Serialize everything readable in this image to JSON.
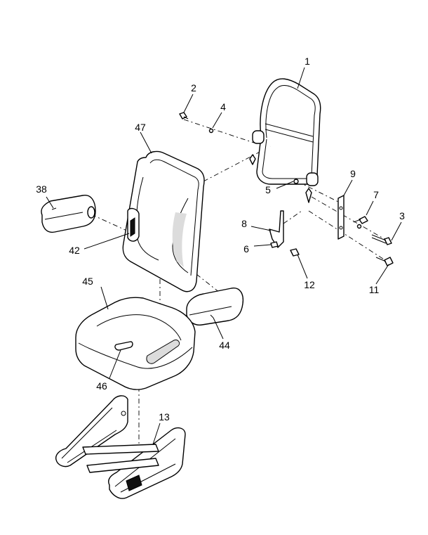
{
  "callouts": [
    {
      "id": "1",
      "part": "seat-back-frame"
    },
    {
      "id": "2",
      "part": "screw"
    },
    {
      "id": "3",
      "part": "bolt"
    },
    {
      "id": "4",
      "part": "washer"
    },
    {
      "id": "5",
      "part": "washer"
    },
    {
      "id": "6",
      "part": "nut"
    },
    {
      "id": "7",
      "part": "bolt"
    },
    {
      "id": "8",
      "part": "bracket"
    },
    {
      "id": "9",
      "part": "plate"
    },
    {
      "id": "11",
      "part": "bolt"
    },
    {
      "id": "12",
      "part": "bolt"
    },
    {
      "id": "13",
      "part": "seat-base-frame"
    },
    {
      "id": "38",
      "part": "armrest-left"
    },
    {
      "id": "42",
      "part": "adjust-handle"
    },
    {
      "id": "44",
      "part": "armrest-right"
    },
    {
      "id": "45",
      "part": "seat-cushion"
    },
    {
      "id": "46",
      "part": "lever"
    },
    {
      "id": "47",
      "part": "backrest-cushion"
    }
  ]
}
